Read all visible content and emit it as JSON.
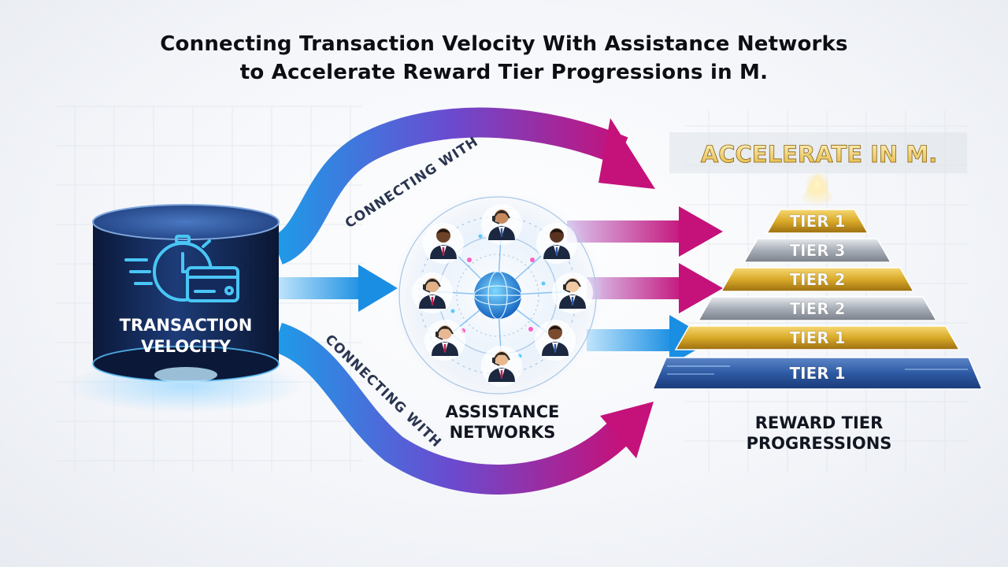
{
  "title": {
    "line1": "Connecting Transaction Velocity With Assistance Networks",
    "line2": "to Accelerate Reward Tier Progressions in M."
  },
  "source": {
    "label_line1": "TRANSACTION",
    "label_line2": "VELOCITY",
    "icon": "stopwatch-credit-card-icon"
  },
  "connectors": {
    "top_label": "CONNECTING WITH",
    "bottom_label": "CONNECTING WITH"
  },
  "network": {
    "label_line1": "ASSISTANCE",
    "label_line2": "NETWORKS",
    "center_icon": "globe-icon",
    "agents": [
      {
        "icon": "agent-headset-icon",
        "skin": "#c68a5e"
      },
      {
        "icon": "agent-icon",
        "skin": "#6e4227"
      },
      {
        "icon": "agent-icon",
        "skin": "#5a3320"
      },
      {
        "icon": "agent-headset-icon",
        "skin": "#e0b088"
      },
      {
        "icon": "agent-headset-icon",
        "skin": "#f0c8a2"
      },
      {
        "icon": "agent-headset-icon",
        "skin": "#e6b994"
      },
      {
        "icon": "agent-icon",
        "skin": "#7a4a2e"
      },
      {
        "icon": "agent-headset-icon",
        "skin": "#e8b88e"
      },
      {
        "icon": "agent-icon",
        "skin": "#6b3f25"
      }
    ]
  },
  "pyramid": {
    "header": "ACCELERATE IN M.",
    "label_line1": "REWARD TIER",
    "label_line2": "PROGRESSIONS",
    "tiers": [
      {
        "label": "TIER 1",
        "style": "gold"
      },
      {
        "label": "TIER 3",
        "style": "silver"
      },
      {
        "label": "TIER 2",
        "style": "gold"
      },
      {
        "label": "TIER 2",
        "style": "silver"
      },
      {
        "label": "TIER 1",
        "style": "gold"
      },
      {
        "label": "TIER 1",
        "style": "blue"
      }
    ]
  },
  "colors": {
    "arrow_blue": "#1e9be8",
    "arrow_magenta": "#c4127a",
    "cylinder_top": "#2e5aa0",
    "cylinder_body": "#10214a",
    "gold": "#d9a928",
    "silver": "#a7adb6",
    "tier_blue": "#2d5aa4"
  }
}
